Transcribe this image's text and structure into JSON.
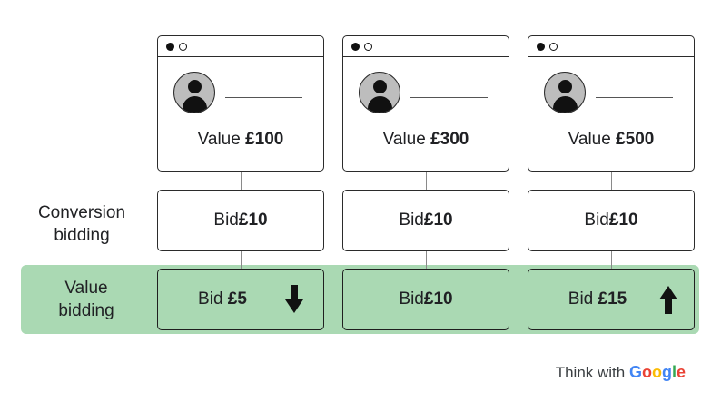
{
  "row_labels": {
    "conversion": "Conversion\nbidding",
    "value": "Value\nbidding"
  },
  "columns": [
    {
      "value_prefix": "Value ",
      "value_amount": "£100",
      "conversion_prefix": "Bid ",
      "conversion_amount": "£10",
      "value_bid_prefix": "Bid ",
      "value_bid_amount": "£5",
      "arrow": "arrow-down-icon"
    },
    {
      "value_prefix": "Value ",
      "value_amount": "£300",
      "conversion_prefix": "Bid ",
      "conversion_amount": "£10",
      "value_bid_prefix": "Bid ",
      "value_bid_amount": "£10",
      "arrow": ""
    },
    {
      "value_prefix": "Value ",
      "value_amount": "£500",
      "conversion_prefix": "Bid ",
      "conversion_amount": "£10",
      "value_bid_prefix": "Bid ",
      "value_bid_amount": "£15",
      "arrow": "arrow-up-icon"
    }
  ],
  "footer": {
    "prefix": "Think with ",
    "brand": [
      "G",
      "o",
      "o",
      "g",
      "l",
      "e"
    ]
  },
  "colors": {
    "green_band": "#aad9b3",
    "google_letters": [
      "#4285F4",
      "#EA4335",
      "#FBBC05",
      "#4285F4",
      "#34A853",
      "#EA4335"
    ]
  }
}
